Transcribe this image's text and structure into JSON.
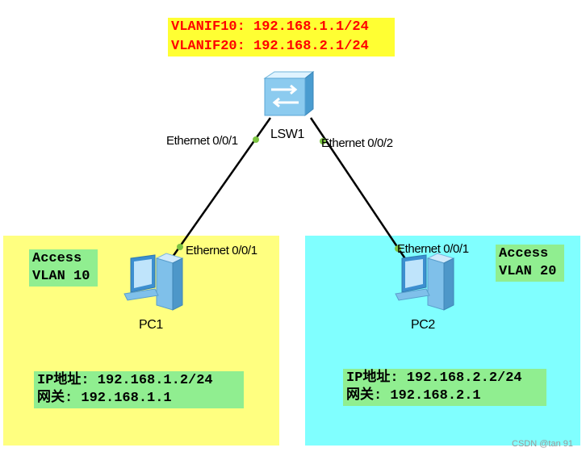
{
  "vlanif": {
    "line1": "VLANIF10: 192.168.1.1/24",
    "line2": "VLANIF20: 192.168.2.1/24"
  },
  "switch": {
    "name": "LSW1",
    "icon": "switch-icon"
  },
  "pc1": {
    "name": "PC1",
    "icon": "pc-icon",
    "port": "Ethernet 0/0/1",
    "access_line1": "Access",
    "access_line2": "VLAN 10",
    "ip": "IP地址: 192.168.1.2/24",
    "gateway": "网关: 192.168.1.1"
  },
  "pc2": {
    "name": "PC2",
    "icon": "pc-icon",
    "port": "Ethernet 0/0/1",
    "access_line1": "Access",
    "access_line2": "VLAN 20",
    "ip": "IP地址: 192.168.2.2/24",
    "gateway": "网关: 192.168.2.1"
  },
  "switch_ports": {
    "to_pc1": "Ethernet 0/0/1",
    "to_pc2": "Ethernet 0/0/2"
  },
  "colors": {
    "left_zone": "#ffff80",
    "right_zone": "#80ffff",
    "label_box": "#90ee90",
    "vlanif_box": "#ffff33",
    "vlanif_text": "#ff0000",
    "port_dot": "#7cc442"
  },
  "watermark": "CSDN @tan 91"
}
